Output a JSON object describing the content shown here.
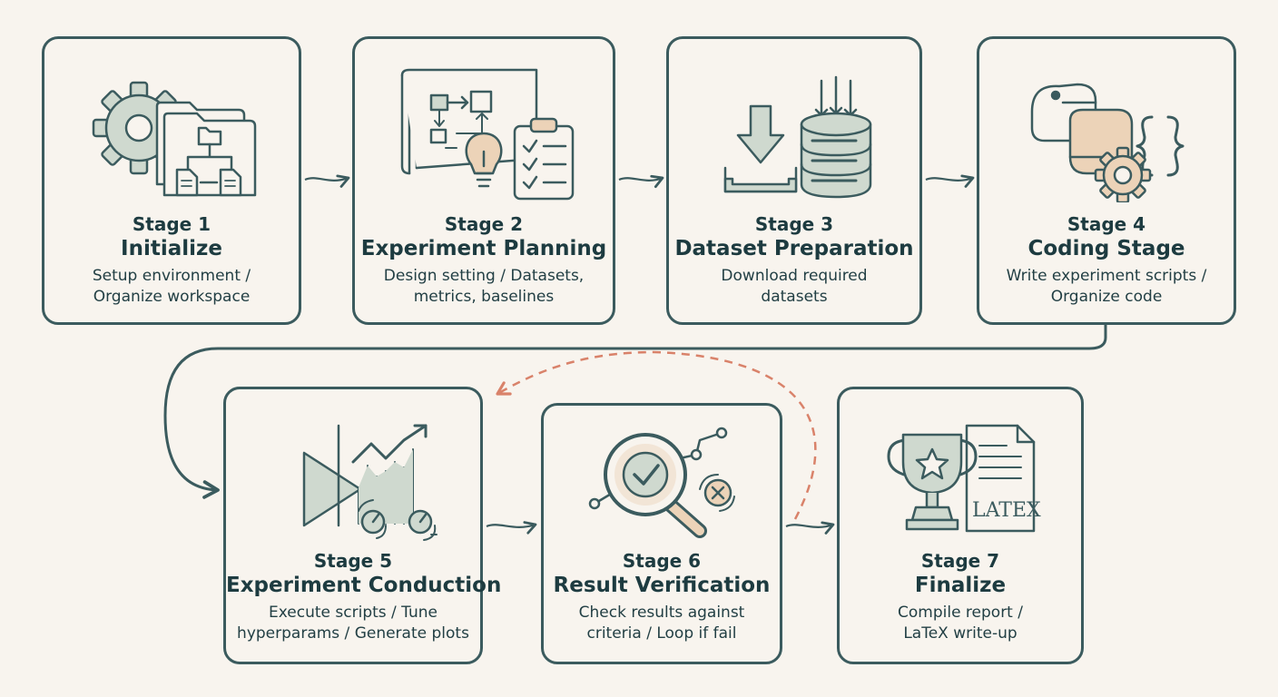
{
  "colors": {
    "outline": "#3b5b5e",
    "sage": "#cfd9cf",
    "peach": "#ecd3b8",
    "loop_arrow": "#d9826a",
    "background": "#f8f4ee"
  },
  "stages": [
    {
      "label": "Stage 1",
      "title": "Initialize",
      "desc": "Setup environment /\nOrganize workspace",
      "icon": "gear-folder-icon"
    },
    {
      "label": "Stage 2",
      "title": "Experiment Planning",
      "desc": "Design setting / Datasets,\nmetrics, baselines",
      "icon": "blueprint-lightbulb-clipboard-icon"
    },
    {
      "label": "Stage 3",
      "title": "Dataset Preparation",
      "desc": "Download required\ndatasets",
      "icon": "download-database-icon"
    },
    {
      "label": "Stage 4",
      "title": "Coding Stage",
      "desc": "Write experiment scripts /\nOrganize code",
      "icon": "python-braces-gear-icon"
    },
    {
      "label": "Stage 5",
      "title": "Experiment Conduction",
      "desc": "Execute scripts / Tune\nhyperparams / Generate plots",
      "icon": "play-chart-dials-icon"
    },
    {
      "label": "Stage 6",
      "title": "Result Verification",
      "desc": "Check results against\ncriteria / Loop if fail",
      "icon": "magnifier-check-icon"
    },
    {
      "label": "Stage 7",
      "title": "Finalize",
      "desc": "Compile report /\nLaTeX write-up",
      "icon": "trophy-latex-document-icon"
    }
  ],
  "latex_logo_text": "LATEX"
}
